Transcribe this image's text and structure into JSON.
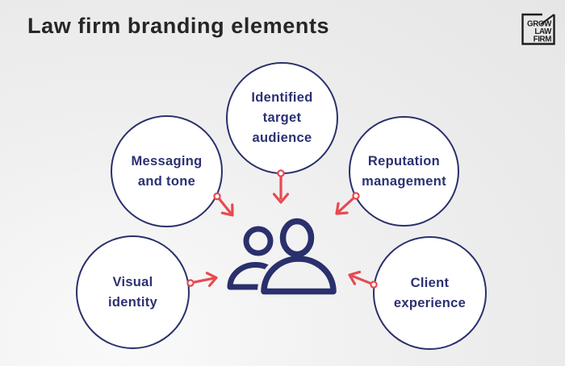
{
  "title": "Law firm branding elements",
  "logo": {
    "lines": [
      "GROW",
      "LAW",
      "FIRM"
    ]
  },
  "colors": {
    "navy": "#2a306c",
    "red": "#e64a50",
    "title_text": "#262626",
    "circle_fill": "#ffffff",
    "background": "#ededed"
  },
  "diagram": {
    "center_icon": "people-icon",
    "nodes": [
      {
        "id": "identified-target-audience",
        "label": "Identified\ntarget\naudience"
      },
      {
        "id": "messaging-and-tone",
        "label": "Messaging\nand tone"
      },
      {
        "id": "reputation-management",
        "label": "Reputation\nmanagement"
      },
      {
        "id": "visual-identity",
        "label": "Visual\nidentity"
      },
      {
        "id": "client-experience",
        "label": "Client\nexperience"
      }
    ]
  }
}
